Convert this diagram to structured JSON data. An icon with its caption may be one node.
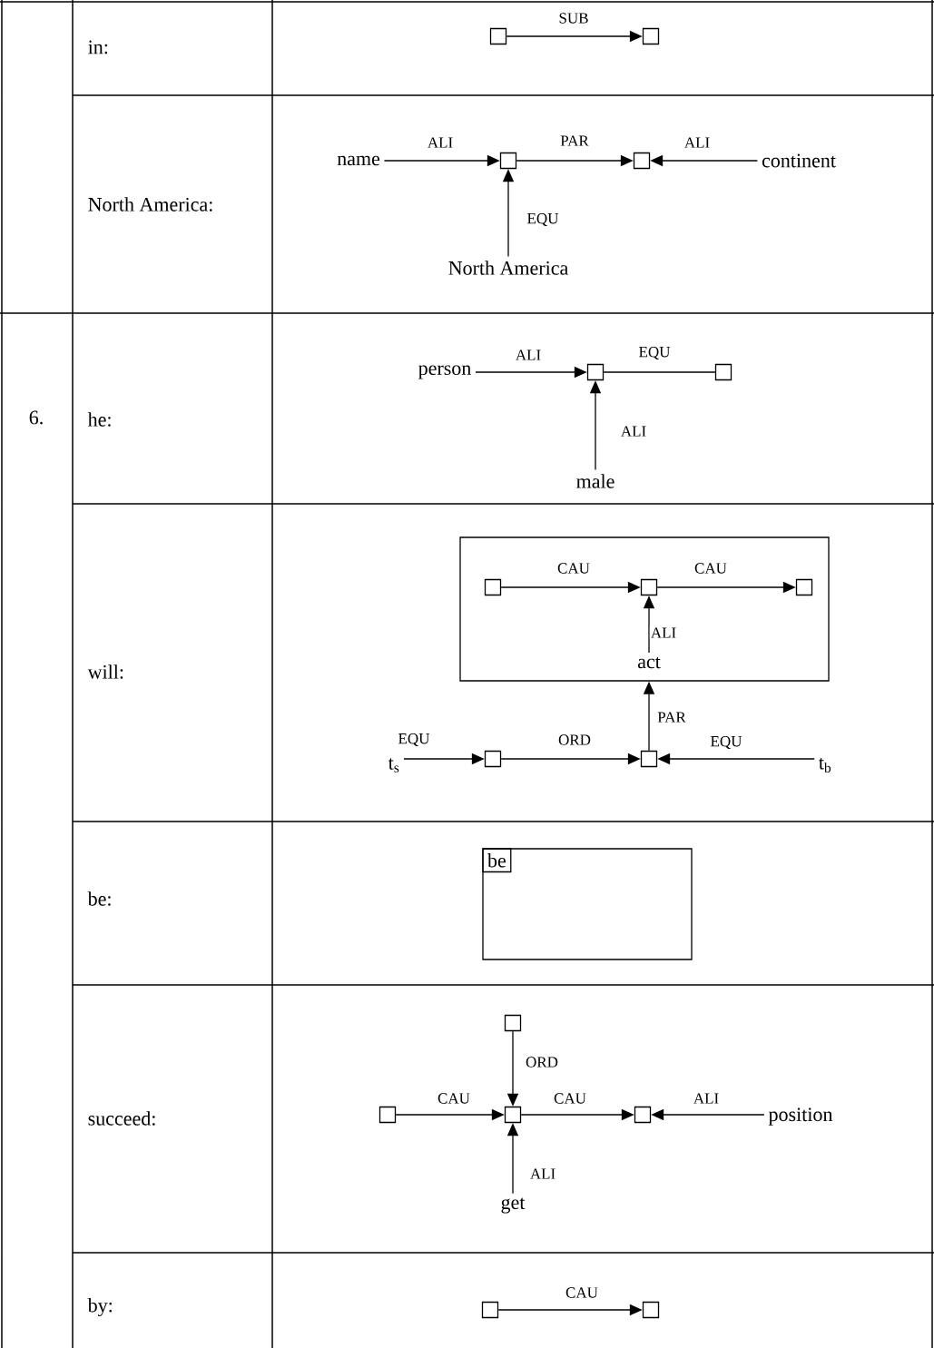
{
  "diagram": {
    "nodes": [
      {
        "text": [],
        "shape": "box"
      },
      {
        "text": [],
        "shape": "box"
      },
      {
        "text": [
          "name"
        ]
      },
      {
        "text": [],
        "shape": "box"
      },
      {
        "text": [],
        "shape": "box"
      },
      {
        "text": [
          "continent"
        ]
      },
      {
        "text": [
          "North America"
        ]
      },
      {
        "text": [
          "person"
        ]
      },
      {
        "text": [],
        "shape": "box"
      },
      {
        "text": [],
        "shape": "box"
      },
      {
        "text": [
          "male"
        ]
      },
      {
        "text": [],
        "shape": "box"
      },
      {
        "text": [],
        "shape": "box",
        "in": 11
      },
      {
        "text": [],
        "shape": "box",
        "in": 11
      },
      {
        "text": [],
        "shape": "box",
        "in": 11
      },
      {
        "text": [
          "act"
        ],
        "in": 11
      },
      {
        "text": [
          "t$_{s}$"
        ]
      },
      {
        "text": [],
        "shape": "box"
      },
      {
        "text": [],
        "shape": "box"
      },
      {
        "text": [
          "t$_{b}$"
        ]
      },
      {
        "text": [
          "be"
        ]
      },
      {
        "text": [],
        "shape": "box"
      },
      {
        "text": [],
        "shape": "box"
      },
      {
        "text": [],
        "shape": "box"
      },
      {
        "text": [],
        "shape": "box"
      },
      {
        "text": [
          "position"
        ]
      },
      {
        "text": [
          "get"
        ]
      },
      {
        "text": [],
        "shape": "box"
      },
      {
        "text": [],
        "shape": "box"
      }
    ],
    "edges": [
      {
        "from": 0,
        "to": 1,
        "arrow": "to",
        "label": "SUB"
      },
      {
        "from": 2,
        "to": 3,
        "arrow": "to",
        "label": "ALI"
      },
      {
        "from": 3,
        "to": 4,
        "arrow": "to",
        "label": "PAR"
      },
      {
        "from": 5,
        "to": 4,
        "arrow": "to",
        "label": "ALI"
      },
      {
        "from": 6,
        "to": 3,
        "arrow": "to",
        "label": "EQU"
      },
      {
        "from": 7,
        "to": 8,
        "arrow": "to",
        "label": "ALI"
      },
      {
        "from": 8,
        "to": 9,
        "arrow": "none",
        "label": "EQU"
      },
      {
        "from": 10,
        "to": 8,
        "arrow": "to",
        "label": "ALI"
      },
      {
        "from": 12,
        "to": 13,
        "arrow": "to",
        "label": "CAU"
      },
      {
        "from": 13,
        "to": 14,
        "arrow": "to",
        "label": "CAU"
      },
      {
        "from": 15,
        "to": 13,
        "arrow": "to",
        "label": "ALI"
      },
      {
        "from": 16,
        "to": 17,
        "arrow": "to",
        "label": "EQU"
      },
      {
        "from": 17,
        "to": 18,
        "arrow": "to",
        "label": "ORD"
      },
      {
        "from": 18,
        "to": 11,
        "arrow": "to",
        "label": "PAR"
      },
      {
        "from": 19,
        "to": 18,
        "arrow": "to",
        "label": "EQU"
      },
      {
        "from": 22,
        "to": 23,
        "arrow": "to",
        "label": "CAU"
      },
      {
        "from": 21,
        "to": 23,
        "arrow": "to",
        "label": "ORD"
      },
      {
        "from": 23,
        "to": 24,
        "arrow": "to",
        "label": "CAU"
      },
      {
        "from": 25,
        "to": 24,
        "arrow": "to",
        "label": "ALI"
      },
      {
        "from": 26,
        "to": 23,
        "arrow": "to",
        "label": "ALI"
      },
      {
        "from": 27,
        "to": 28,
        "arrow": "to",
        "label": "CAU"
      }
    ],
    "labels": [
      "in:",
      "North America:",
      "6.",
      "he:",
      "will:",
      "be:",
      "succeed:",
      "by:"
    ]
  }
}
